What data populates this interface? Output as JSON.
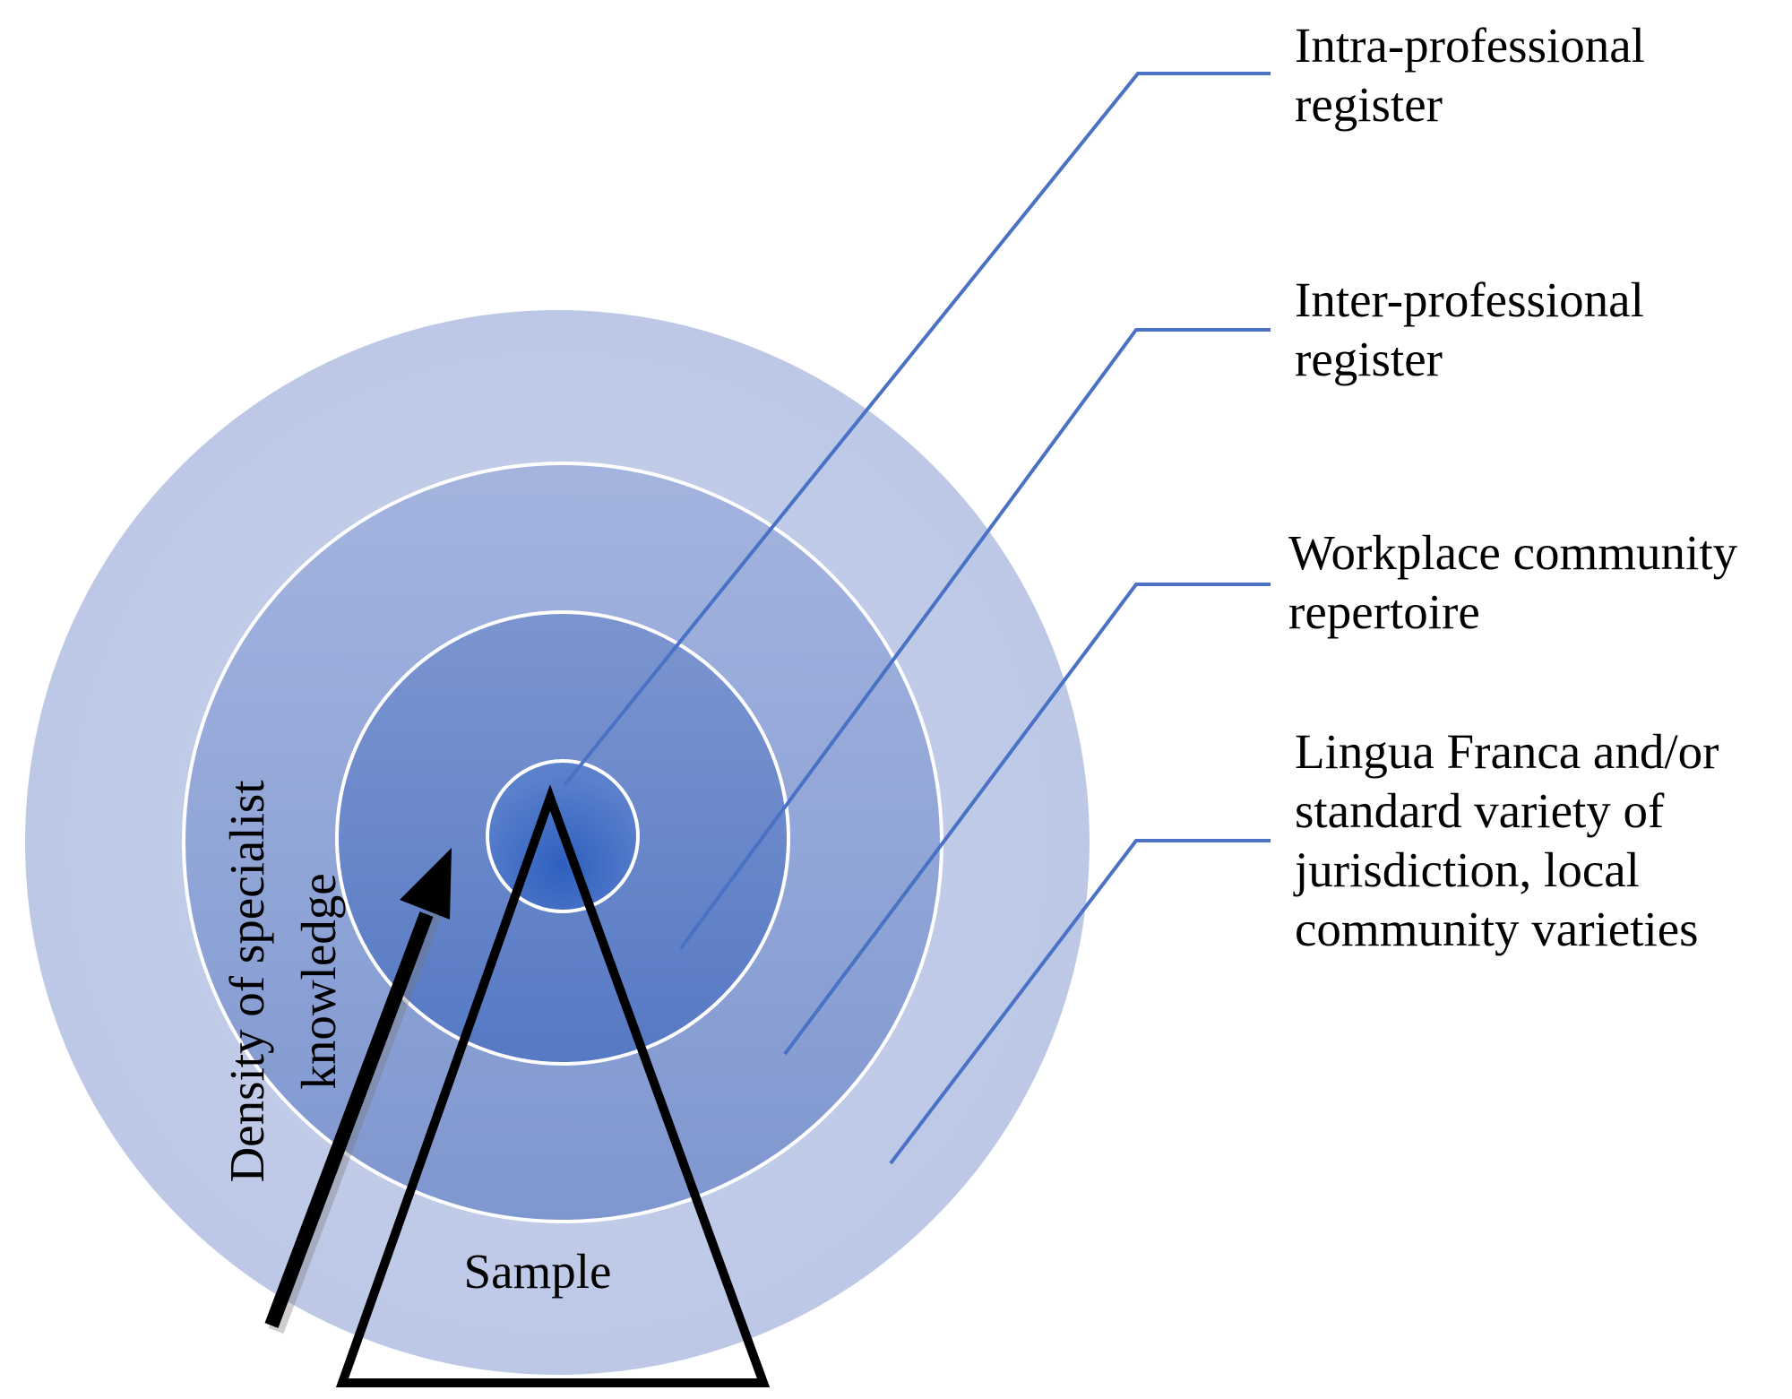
{
  "labels": {
    "intra": [
      "Intra-professional",
      "register"
    ],
    "inter": [
      "Inter-professional",
      "register"
    ],
    "workplace": [
      "Workplace community",
      "repertoire"
    ],
    "lingua": [
      "Lingua Franca and/or",
      "standard variety of",
      "jurisdiction,  local",
      "community varieties"
    ],
    "sample": "Sample",
    "density": [
      "Density of specialist",
      "knowledge"
    ]
  },
  "colors": {
    "leader_line": "#4a72c4",
    "ring_outer": "#c5d0ea",
    "ring_3": "#8fa3d6",
    "ring_2": "#6f8ccc",
    "ring_core": "#3f6ac4",
    "ring_border": "#ffffff",
    "outline": "#000000"
  }
}
